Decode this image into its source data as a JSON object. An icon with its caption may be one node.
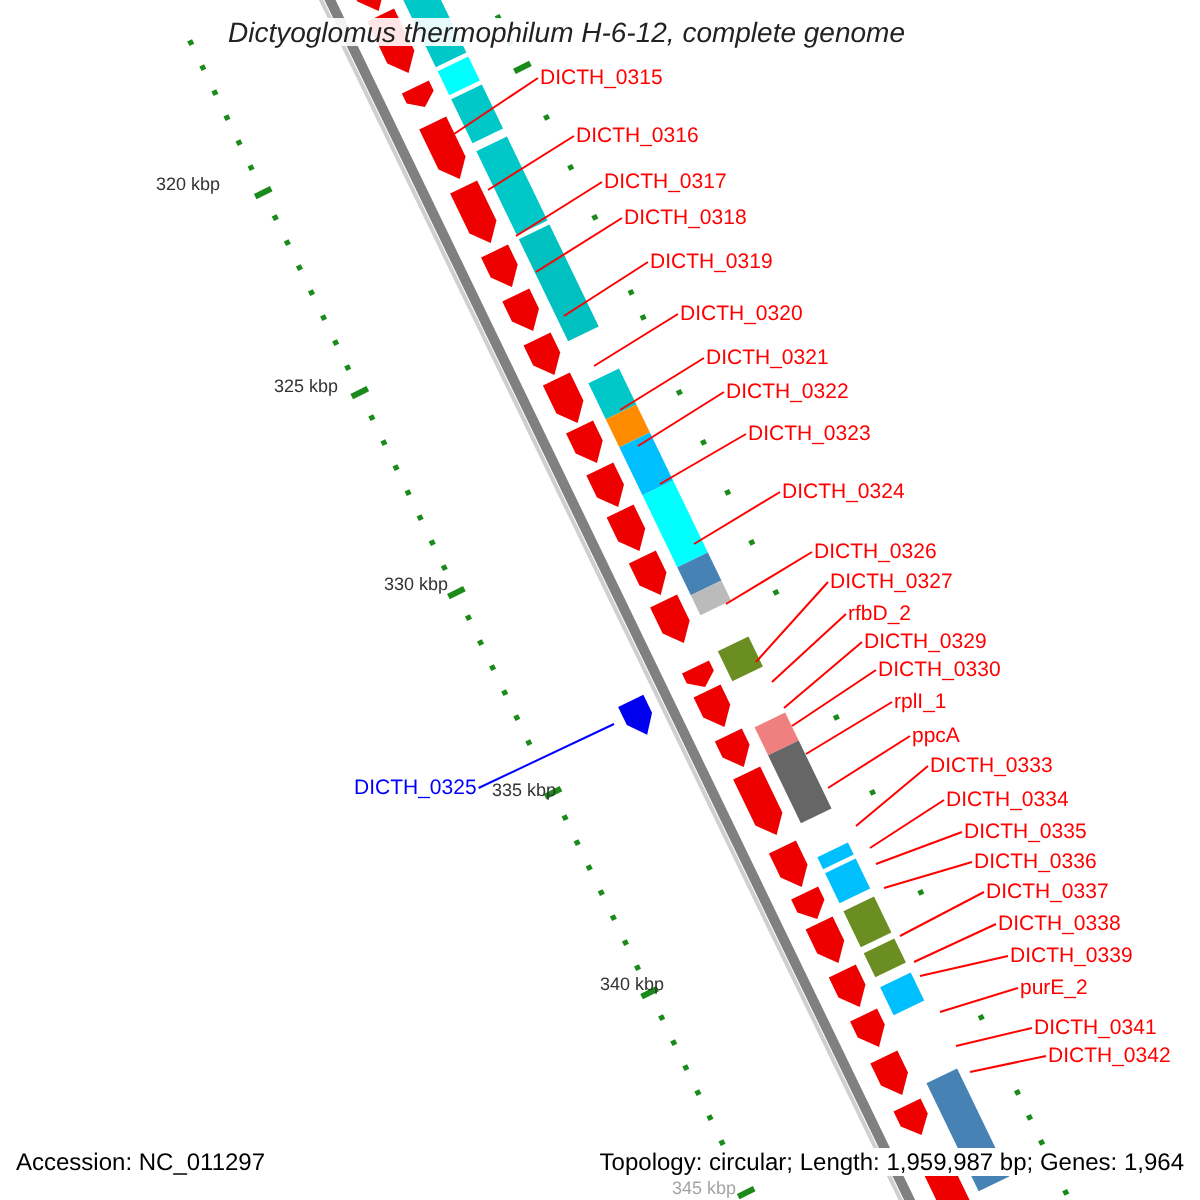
{
  "diagram": {
    "title": "Dictyoglomus thermophilum H-6-12, complete genome",
    "nodes": [
      {
        "text": [
          "DICTH_0315"
        ]
      },
      {
        "text": [
          "DICTH_0316"
        ]
      },
      {
        "text": [
          "DICTH_0317"
        ]
      },
      {
        "text": [
          "DICTH_0318"
        ]
      },
      {
        "text": [
          "DICTH_0319"
        ]
      },
      {
        "text": [
          "DICTH_0320"
        ]
      },
      {
        "text": [
          "DICTH_0321"
        ]
      },
      {
        "text": [
          "DICTH_0322"
        ]
      },
      {
        "text": [
          "DICTH_0323"
        ]
      },
      {
        "text": [
          "DICTH_0324"
        ]
      },
      {
        "text": [
          "DICTH_0326"
        ]
      },
      {
        "text": [
          "DICTH_0327"
        ]
      },
      {
        "text": [
          "rfbD_2"
        ]
      },
      {
        "text": [
          "DICTH_0329"
        ]
      },
      {
        "text": [
          "DICTH_0330"
        ]
      },
      {
        "text": [
          "rplI_1"
        ]
      },
      {
        "text": [
          "ppcA"
        ]
      },
      {
        "text": [
          "DICTH_0333"
        ]
      },
      {
        "text": [
          "DICTH_0334"
        ]
      },
      {
        "text": [
          "DICTH_0335"
        ]
      },
      {
        "text": [
          "DICTH_0336"
        ]
      },
      {
        "text": [
          "DICTH_0337"
        ]
      },
      {
        "text": [
          "DICTH_0338"
        ]
      },
      {
        "text": [
          "DICTH_0339"
        ]
      },
      {
        "text": [
          "purE_2"
        ]
      },
      {
        "text": [
          "DICTH_0341"
        ]
      },
      {
        "text": [
          "DICTH_0342"
        ]
      },
      {
        "text": [
          "DICTH_0325"
        ]
      }
    ],
    "edges": [
      {
        "from": 0,
        "to": null,
        "arrow": "none"
      },
      {
        "from": 1,
        "to": null,
        "arrow": "none"
      },
      {
        "from": 2,
        "to": null,
        "arrow": "none"
      },
      {
        "from": 3,
        "to": null,
        "arrow": "none"
      },
      {
        "from": 4,
        "to": null,
        "arrow": "none"
      },
      {
        "from": 5,
        "to": null,
        "arrow": "none"
      },
      {
        "from": 6,
        "to": null,
        "arrow": "none"
      },
      {
        "from": 7,
        "to": null,
        "arrow": "none"
      },
      {
        "from": 8,
        "to": null,
        "arrow": "none"
      },
      {
        "from": 9,
        "to": null,
        "arrow": "none"
      },
      {
        "from": 10,
        "to": null,
        "arrow": "none"
      },
      {
        "from": 11,
        "to": null,
        "arrow": "none"
      },
      {
        "from": 12,
        "to": null,
        "arrow": "none"
      },
      {
        "from": 13,
        "to": null,
        "arrow": "none"
      },
      {
        "from": 14,
        "to": null,
        "arrow": "none"
      },
      {
        "from": 15,
        "to": null,
        "arrow": "none"
      },
      {
        "from": 16,
        "to": null,
        "arrow": "none"
      },
      {
        "from": 17,
        "to": null,
        "arrow": "none"
      },
      {
        "from": 18,
        "to": null,
        "arrow": "none"
      },
      {
        "from": 19,
        "to": null,
        "arrow": "none"
      },
      {
        "from": 20,
        "to": null,
        "arrow": "none"
      },
      {
        "from": 21,
        "to": null,
        "arrow": "none"
      },
      {
        "from": 22,
        "to": null,
        "arrow": "none"
      },
      {
        "from": 23,
        "to": null,
        "arrow": "none"
      },
      {
        "from": 24,
        "to": null,
        "arrow": "none"
      },
      {
        "from": 25,
        "to": null,
        "arrow": "none"
      },
      {
        "from": 26,
        "to": null,
        "arrow": "none"
      },
      {
        "from": 27,
        "to": null,
        "arrow": "none",
        "color": "#0000ff"
      }
    ],
    "labels": [
      "320 kbp",
      "325 kbp",
      "330 kbp",
      "335 kbp",
      "340 kbp",
      "Accession: NC_011297",
      "Topology: circular; Length: 1,959,987 bp; Genes: 1,964",
      "345 kbp"
    ]
  }
}
